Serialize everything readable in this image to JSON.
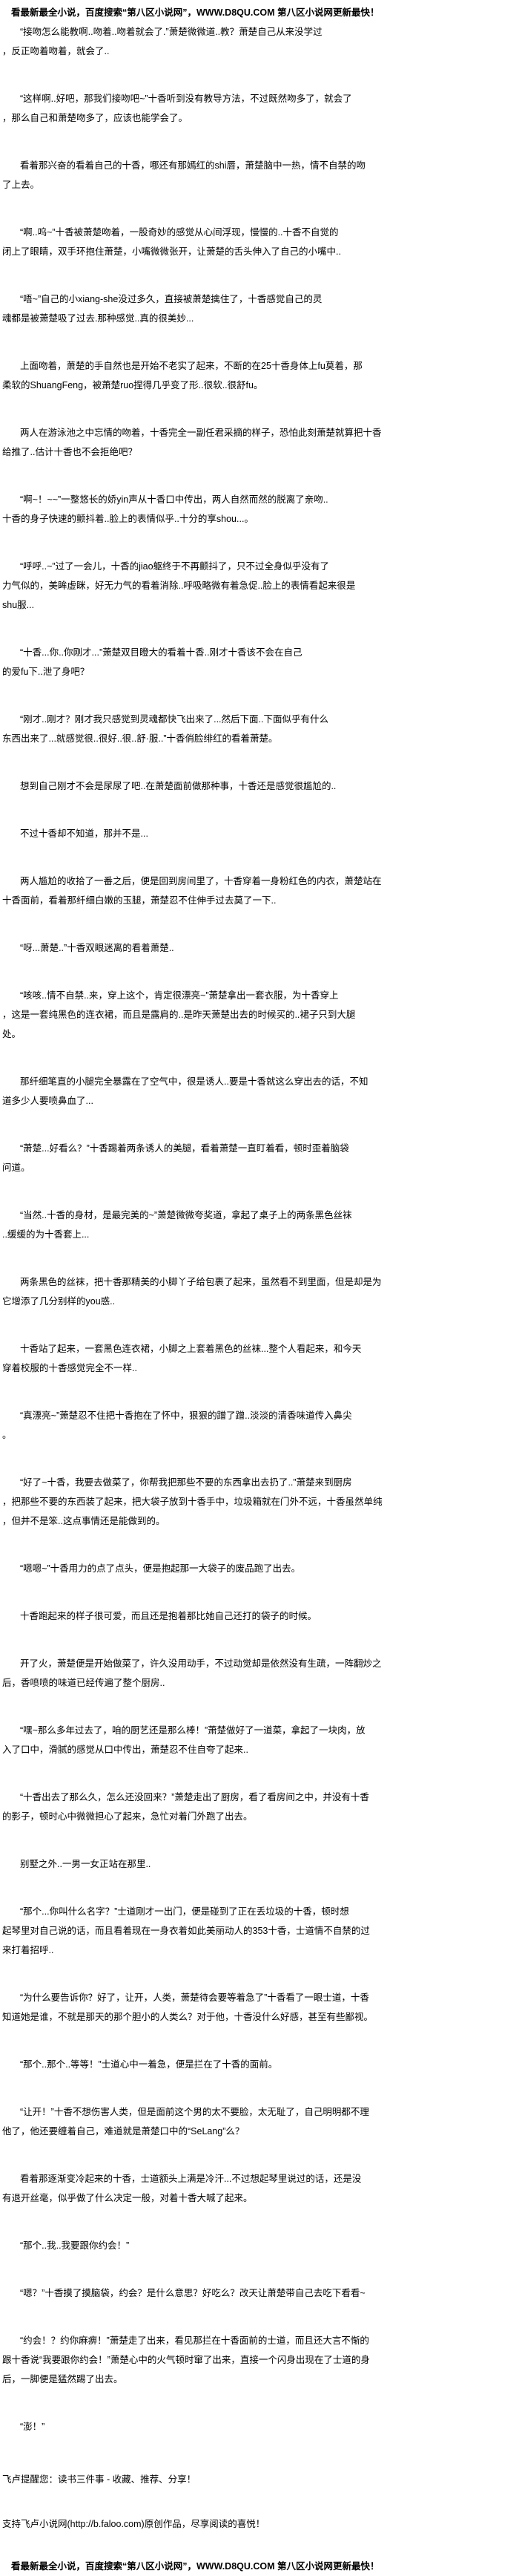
{
  "banner": "看最新最全小说，百度搜索“第八区小说网”，WWW.D8QU.COM 第八区小说网更新最快！",
  "paragraphs": [
    {
      "lines": [
        "“接吻怎么能教啊..吻着..吻着就会了.”萧楚微微道..教？萧楚自己从来没学过",
        "，反正吻着吻着，就会了.."
      ]
    },
    {
      "lines": [
        "“这样啊..好吧，那我们接吻吧~”十香听到没有教导方法，不过既然吻多了，就会了",
        "，那么自己和萧楚吻多了，应该也能学会了。"
      ]
    },
    {
      "lines": [
        "看着那兴奋的看着自己的十香，哪还有那嫣红的shi唇，萧楚脑中一热，情不自禁的吻",
        "了上去。"
      ]
    },
    {
      "lines": [
        "“啊..呜~”十香被萧楚吻着，一股奇妙的感觉从心间浮现，慢慢的..十香不自觉的",
        "闭上了眼睛，双手环抱住萧楚，小嘴微微张开，让萧楚的舌头伸入了自己的小嘴中.."
      ]
    },
    {
      "lines": [
        "“唔~”自己的小xiang-she没过多久，直接被萧楚擒住了，十香感觉自己的灵",
        "魂都是被萧楚吸了过去.那种感觉..真的很美妙..."
      ]
    },
    {
      "lines": [
        "上面吻着，萧楚的手自然也是开始不老实了起来，不断的在25十香身体上fu莫着，那",
        "柔软的ShuangFeng，被萧楚ruo捏得几乎变了形..很软..很舒fu。"
      ]
    },
    {
      "lines": [
        "两人在游泳池之中忘情的吻着，十香完全一副任君采摘的样子，恐怕此刻萧楚就算把十香",
        "给推了..估计十香也不会拒绝吧？"
      ]
    },
    {
      "lines": [
        "“啊~！~~”一整悠长的娇yin声从十香口中传出，两人自然而然的脱离了亲吻..",
        "十香的身子快速的颤抖着..脸上的表情似乎..十分的享shou...。"
      ]
    },
    {
      "lines": [
        "“呼呼..~”过了一会儿，十香的jiao躯终于不再颤抖了，只不过全身似乎没有了",
        "力气似的，美眸虚眯，好无力气的看着消除..呼吸略微有着急促..脸上的表情看起来很是",
        "shu服..."
      ]
    },
    {
      "lines": [
        "“十香...你..你刚才...”萧楚双目瞪大的看着十香..刚才十香该不会在自己",
        "的爱fu下..泄了身吧？"
      ]
    },
    {
      "lines": [
        "“刚才..刚才？刚才我只感觉到灵魂都快飞出来了...然后下面..下面似乎有什么",
        "东西出来了...就感觉很..很好..很..舒·服..”十香俏脸绯红的看着萧楚。"
      ]
    },
    {
      "lines": [
        "想到自己刚才不会是尿尿了吧..在萧楚面前做那种事，十香还是感觉很尴尬的.."
      ]
    },
    {
      "lines": [
        "不过十香却不知道，那并不是..."
      ]
    },
    {
      "lines": [
        "两人尴尬的收拾了一番之后，便是回到房间里了，十香穿着一身粉红色的内衣，萧楚站在",
        "十香面前，看着那纤细白嫩的玉腿，萧楚忍不住伸手过去莫了一下.."
      ]
    },
    {
      "lines": [
        "“呀...萧楚..”十香双眼迷离的看着萧楚.."
      ]
    },
    {
      "lines": [
        "“咳咳..情不自禁..来，穿上这个，肯定很漂亮~”萧楚拿出一套衣服，为十香穿上",
        "，这是一套纯黑色的连衣裙，而且是露肩的..是昨天萧楚出去的时候买的..裙子只到大腿",
        "处。"
      ]
    },
    {
      "lines": [
        "那纤细笔直的小腿完全暴露在了空气中，很是诱人..要是十香就这么穿出去的话，不知",
        "道多少人要喷鼻血了..."
      ]
    },
    {
      "lines": [
        "“萧楚...好看么？”十香踢着两条诱人的美腿，看着萧楚一直盯着看，顿时歪着脑袋",
        "问道。"
      ]
    },
    {
      "lines": [
        "“当然..十香的身材，是最完美的~”萧楚微微夸奖道，拿起了桌子上的两条黑色丝袜",
        "..缓缓的为十香套上..."
      ]
    },
    {
      "lines": [
        "两条黑色的丝袜，把十香那精美的小脚丫子给包裹了起来，虽然看不到里面，但是却是为",
        "它增添了几分别样的you惑.."
      ]
    },
    {
      "lines": [
        "十香站了起来，一套黑色连衣裙，小脚之上套着黑色的丝袜...整个人看起来，和今天",
        "穿着校服的十香感觉完全不一样.."
      ]
    },
    {
      "lines": [
        "“真漂亮~”萧楚忍不住把十香抱在了怀中，狠狠的蹭了蹭..淡淡的清香味道传入鼻尖",
        "。"
      ]
    },
    {
      "lines": [
        "“好了~十香，我要去做菜了，你帮我把那些不要的东西拿出去扔了..”萧楚来到厨房",
        "，把那些不要的东西装了起来，把大袋子放到十香手中，垃圾箱就在门外不远，十香虽然单纯",
        "，但并不是笨..这点事情还是能做到的。"
      ]
    },
    {
      "lines": [
        "“嗯嗯~”十香用力的点了点头，便是抱起那一大袋子的废品跑了出去。"
      ]
    },
    {
      "lines": [
        "十香跑起来的样子很可爱，而且还是抱着那比她自己还打的袋子的时候。"
      ]
    },
    {
      "lines": [
        "开了火，萧楚便是开始做菜了，许久没用动手，不过动觉却是依然没有生疏，一阵翻炒之",
        "后，香喷喷的味道已经传遍了整个厨房.."
      ]
    },
    {
      "lines": [
        "“嘿~那么多年过去了，咱的厨艺还是那么棒！”萧楚做好了一道菜，拿起了一块肉，放",
        "入了口中，滑腻的感觉从口中传出，萧楚忍不住自夸了起来.."
      ]
    },
    {
      "lines": [
        "“十香出去了那么久，怎么还没回来？”萧楚走出了厨房，看了看房间之中，并没有十香",
        "的影子，顿时心中微微担心了起来，急忙对着门外跑了出去。"
      ]
    },
    {
      "lines": [
        "别墅之外..一男一女正站在那里.."
      ]
    },
    {
      "lines": [
        "“那个...你叫什么名字？”士道刚才一出门，便是碰到了正在丢垃圾的十香，顿时想",
        "起琴里对自己说的话，而且看着现在一身衣着如此美丽动人的353十香，士道情不自禁的过",
        "来打着招呼.."
      ]
    },
    {
      "lines": [
        "“为什么要告诉你？好了，让开，人类，萧楚待会要等着急了”十香看了一眼士道，十香",
        "知道她是谁，不就是那天的那个胆小的人类么？对于他，十香没什么好感，甚至有些鄙视。"
      ]
    },
    {
      "lines": [
        "“那个..那个..等等！”士道心中一着急，便是拦在了十香的面前。"
      ]
    },
    {
      "lines": [
        "“让开！”十香不想伤害人类，但是面前这个男的太不要脸，太无耻了，自己明明都不理",
        "他了，他还要缠着自己，难道就是萧楚口中的“SeLang”么？"
      ]
    },
    {
      "lines": [
        "看着那逐渐变冷起来的十香，士道额头上满是冷汗...不过想起琴里说过的话，还是没",
        "有退开丝毫，似乎做了什么决定一般，对着十香大喊了起来。"
      ]
    },
    {
      "lines": [
        "“那个..我..我要跟你约会！”"
      ]
    },
    {
      "lines": [
        "“嗯？”十香摸了摸脑袋，约会？是什么意思？好吃么？改天让萧楚带自己去吃下看看~"
      ]
    },
    {
      "lines": [
        "“约会！？约你麻痹！”萧楚走了出来，看见那拦在十香面前的士道，而且还大言不惭的",
        "跟十香说“我要跟你约会！”萧楚心中的火气顿时窜了出来，直接一个闪身出现在了士道的身",
        "后，一脚便是猛然踢了出去。"
      ]
    },
    {
      "lines": [
        "“澎！”"
      ]
    }
  ],
  "footer": {
    "remind": "飞卢提醒您：读书三件事 - 收藏、推荐、分享！",
    "support": "支持飞卢小说网(http://b.faloo.com)原创作品，尽享阅读的喜悦！"
  }
}
